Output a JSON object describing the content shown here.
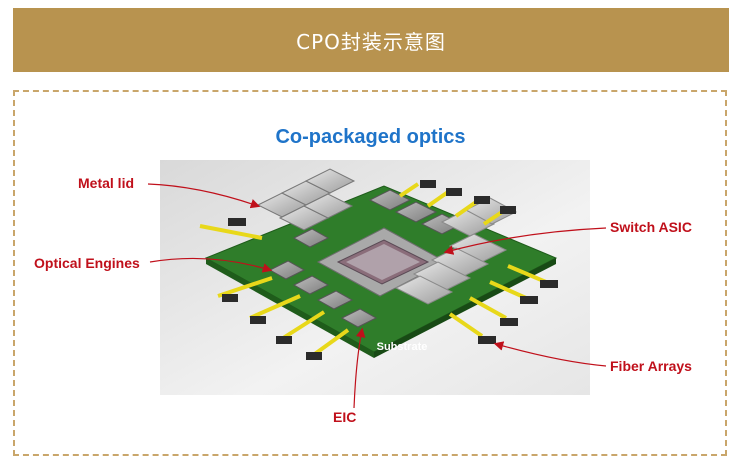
{
  "header": {
    "title": "CPO封装示意图"
  },
  "diagram": {
    "title": "Co-packaged optics",
    "labels": {
      "metal_lid": "Metal lid",
      "optical_engines": "Optical Engines",
      "switch_asic": "Switch ASIC",
      "fiber_arrays": "Fiber Arrays",
      "eic": "EIC",
      "substrate": "Substrate"
    },
    "colors": {
      "banner": "#b8934f",
      "title": "#1f74c9",
      "labels": "#c0101b",
      "substrate": "#2f7d2a"
    }
  }
}
